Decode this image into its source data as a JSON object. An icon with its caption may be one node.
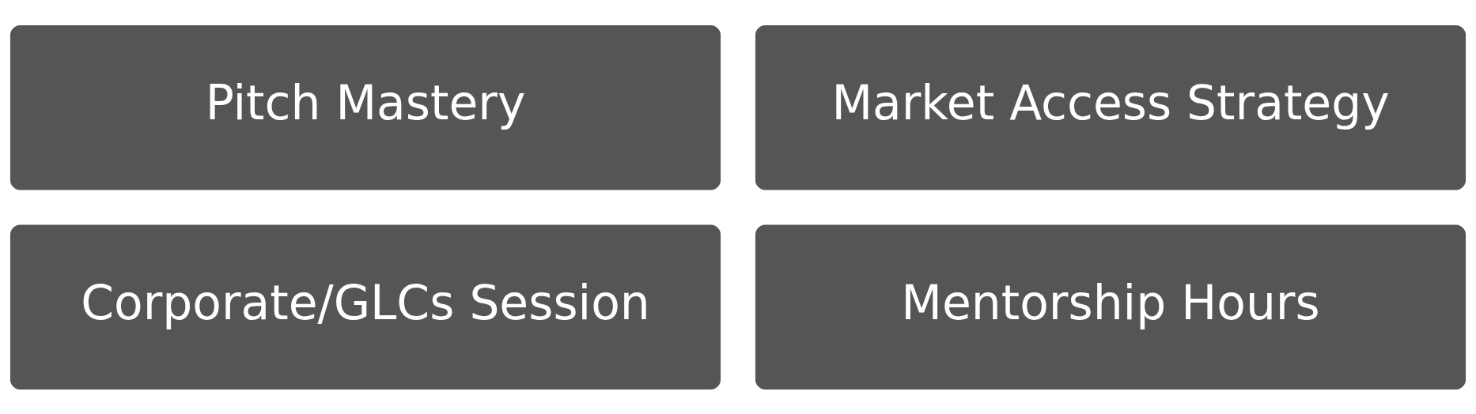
{
  "diagram": {
    "nodes": [
      {
        "text": [
          "Pitch Mastery"
        ]
      },
      {
        "text": [
          "Market Access Strategy"
        ]
      },
      {
        "text": [
          "Corporate/GLCs Session"
        ]
      },
      {
        "text": [
          "Mentorship Hours"
        ]
      }
    ]
  }
}
